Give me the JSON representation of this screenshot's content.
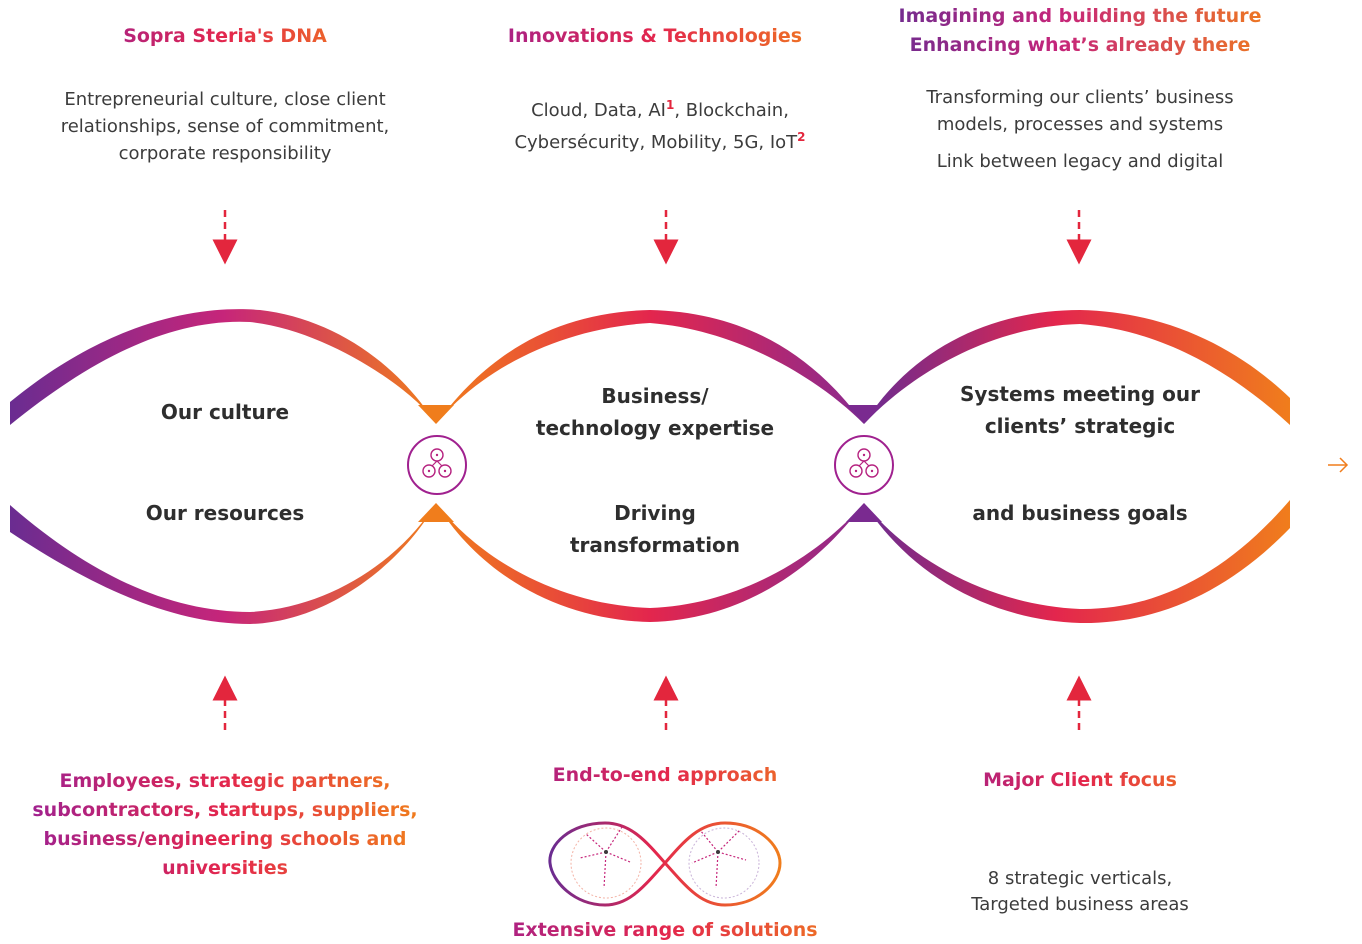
{
  "top": [
    {
      "headings": [
        "Sopra Steria's DNA"
      ],
      "lines": [
        "Entrepreneurial culture, close client",
        "relationships, sense of commitment,",
        "corporate responsibility"
      ]
    },
    {
      "headings": [
        "Innovations & Technologies"
      ],
      "line1_pre": "Cloud, Data, AI",
      "sup1": "1",
      "line1_post": ", Blockchain,",
      "line2_pre": "Cybersécurity, Mobility, 5G, IoT",
      "sup2": "2"
    },
    {
      "headings": [
        "Imagining and building the future",
        "Enhancing what’s already there"
      ],
      "lines": [
        "Transforming our clients’ business",
        "models, processes and systems"
      ],
      "extra": "Link between legacy and digital"
    }
  ],
  "loops": [
    {
      "upper": "Our culture",
      "lower": "Our resources"
    },
    {
      "upper": [
        "Business/",
        "technology expertise"
      ],
      "lower": [
        "Driving",
        "transformation"
      ]
    },
    {
      "upper": [
        "Systems meeting our",
        "clients’ strategic"
      ],
      "lower": "and business goals"
    }
  ],
  "bottom": [
    {
      "lines": [
        "Employees, strategic partners,",
        "subcontractors, startups, suppliers,",
        "business/engineering schools and",
        "universities"
      ]
    },
    {
      "heading": "End-to-end approach",
      "caption": "Extensive range of solutions"
    },
    {
      "heading": "Major Client focus",
      "lines": [
        "8 strategic verticals,",
        "Targeted business areas"
      ]
    }
  ],
  "colors": {
    "purple": "#6a2c91",
    "magenta": "#a0218f",
    "red": "#e3264d",
    "orange": "#f07d1c"
  },
  "icons": [
    "link-node-icon",
    "infinity-loop-icon",
    "arrow-right-icon"
  ]
}
